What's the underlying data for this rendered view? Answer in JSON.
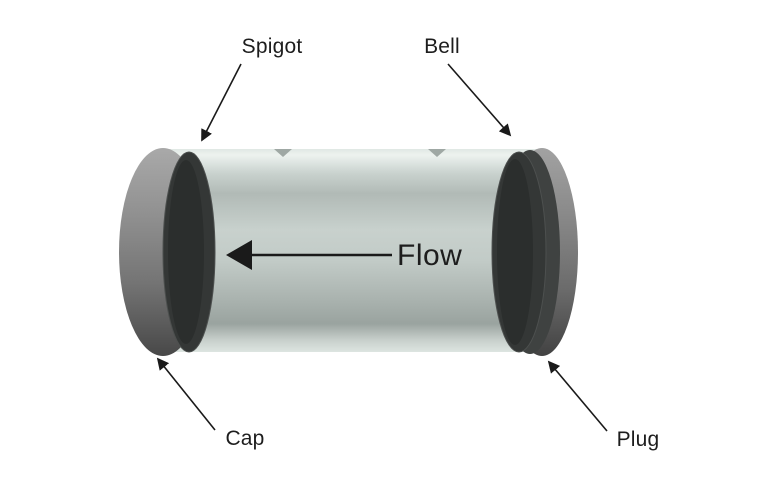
{
  "diagram": {
    "labels": {
      "spigot": "Spigot",
      "bell": "Bell",
      "cap": "Cap",
      "plug": "Plug",
      "flow": "Flow"
    },
    "colors": {
      "background": "#ffffff",
      "text": "#1d1d1d",
      "arrow": "#1a1a1a",
      "tube_highlight": "#edf2ef",
      "tube_mid": "#c2cbc7",
      "tube_shadow": "#9aa39f",
      "metal_light": "#a8a8a8",
      "metal_dark": "#4a4a4a",
      "end_ring_dark": "#343736",
      "end_ring_inner": "#2b2e2d"
    }
  }
}
